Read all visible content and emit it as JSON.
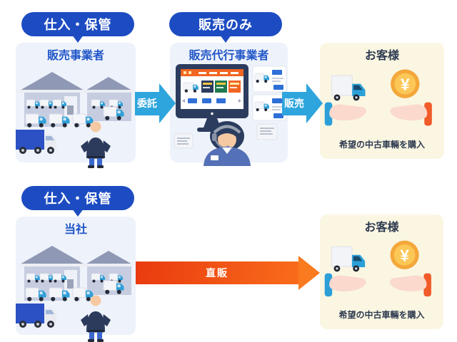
{
  "diagram": {
    "coin_symbol": "¥",
    "colors": {
      "badge_blue": "#1d4cc2",
      "panel_blue": "#eef2fa",
      "panel_cream": "#faf6e2",
      "title_blue": "#2156c8",
      "title_navy": "#2e3a50",
      "arrow_sky_blue": "#2ea5dd",
      "arrow_red_left": "#e93a0f",
      "arrow_red_right": "#fa7a1f",
      "coin_gold": "#f4a73a"
    },
    "top": {
      "purchase_storage_badge": "仕入・保管",
      "sales_only_badge": "販売のみ",
      "seller_box_title": "販売事業者",
      "agency_box_title": "販売代行事業者",
      "customer_box_title": "お客様",
      "consignment_arrow_label": "委託",
      "sales_arrow_label": "販売",
      "customer_caption": "希望の中古車輛を購入"
    },
    "bottom": {
      "purchase_storage_badge": "仕入・保管",
      "company_box_title": "当社",
      "direct_sales_arrow_label": "直販",
      "customer_box_title": "お客様",
      "customer_caption": "希望の中古車輛を購入"
    }
  }
}
